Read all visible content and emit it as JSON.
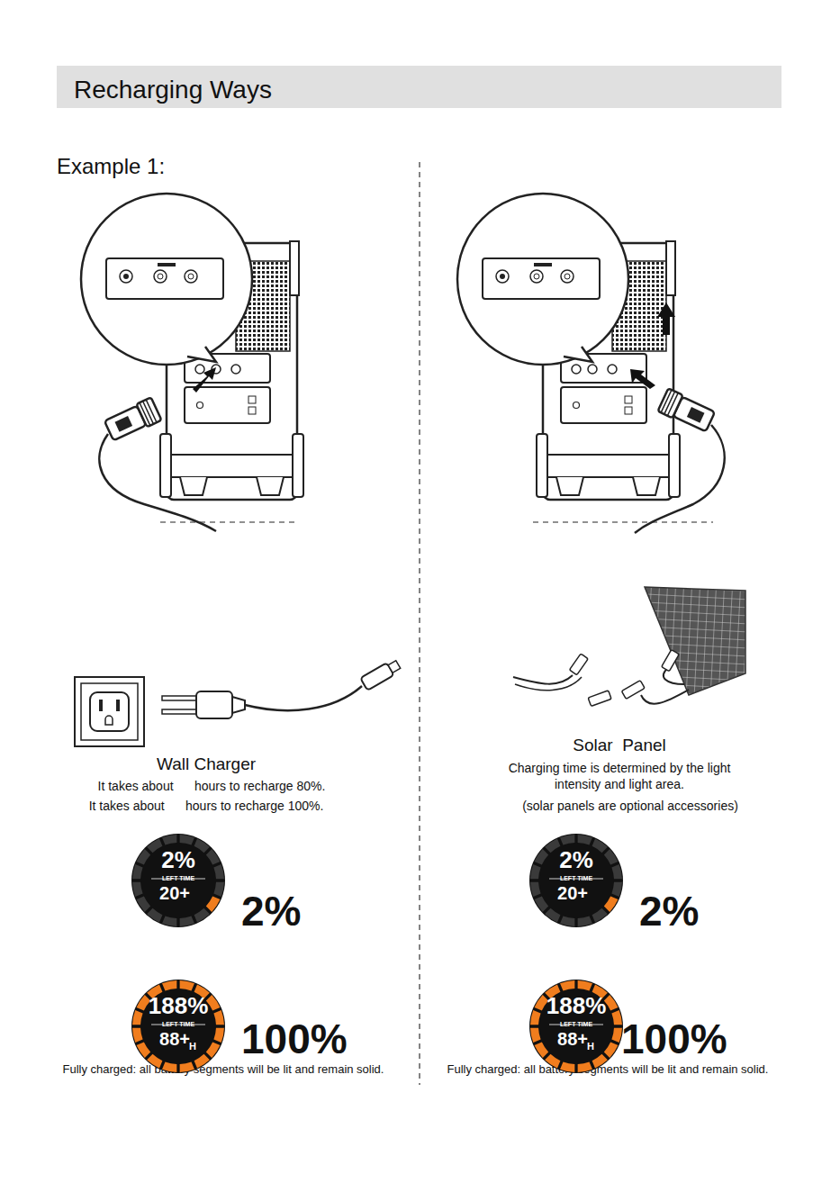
{
  "diagram": {
    "title": "Recharging Ways",
    "nodes": [
      {
        "text": [
          "2%",
          "LEFT TIME",
          "20+"
        ]
      },
      {
        "text": [
          "188%",
          "LEFT TIME",
          "88+",
          "H"
        ]
      },
      {
        "text": [
          "2%",
          "LEFT TIME",
          "20+"
        ]
      },
      {
        "text": [
          "188%",
          "LEFT TIME",
          "88+",
          "H"
        ]
      }
    ],
    "labels": [
      "Example 1:",
      "Wall Charger",
      "It takes about      hours to recharge 80%.",
      "It takes about      hours to recharge 100%.",
      "2%",
      "100%",
      "Fully charged: all battery segments will be lit and remain solid.",
      "Solar  Panel",
      "Charging time is determined by the light intensity and light area.",
      "(solar panels are optional accessories)",
      "2%",
      "100%",
      "Fully charged: all battery segments will be lit and remain solid."
    ]
  }
}
